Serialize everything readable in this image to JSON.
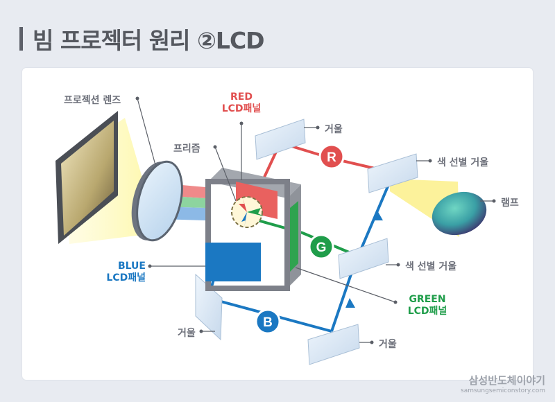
{
  "title": "빔 프로젝터 원리 ②LCD",
  "labels": {
    "projection_lens": "프로젝션 렌즈",
    "red_panel": [
      "RED",
      "LCD패널"
    ],
    "prism": "프리즘",
    "mirror_top": "거울",
    "color_mirror_top": "색 선별 거울",
    "lamp": "램프",
    "color_mirror_mid": "색 선별 거울",
    "blue_panel": [
      "BLUE",
      "LCD패널"
    ],
    "green_panel": [
      "GREEN",
      "LCD패널"
    ],
    "mirror_left": "거울",
    "mirror_bottom": "거울"
  },
  "badges": {
    "r": "R",
    "g": "G",
    "b": "B"
  },
  "colors": {
    "red": "#e14f4f",
    "green": "#1f9d4a",
    "blue": "#1b78c2",
    "light": "#fbf5a8",
    "frame": "#7d8089"
  },
  "watermark": {
    "main": "삼성반도체이야기",
    "sub": "samsungsemiconstory.com"
  }
}
